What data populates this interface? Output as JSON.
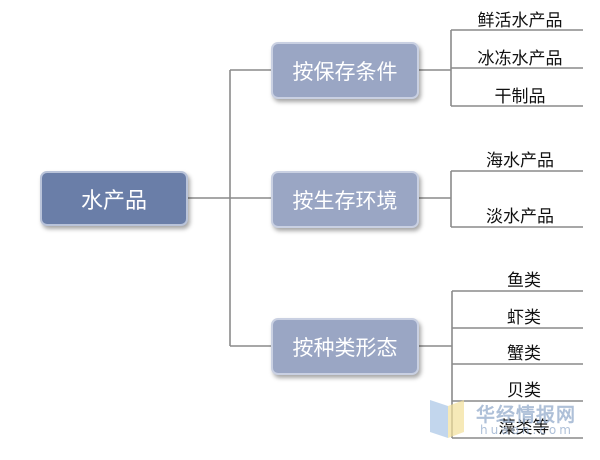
{
  "root": {
    "label": "水产品"
  },
  "branches": [
    {
      "label": "按保存条件",
      "leaves": [
        "鲜活水产品",
        "冰冻水产品",
        "干制品"
      ]
    },
    {
      "label": "按生存环境",
      "leaves": [
        "海水产品",
        "淡水产品"
      ]
    },
    {
      "label": "按种类形态",
      "leaves": [
        "鱼类",
        "虾类",
        "蟹类",
        "贝类",
        "藻类等"
      ]
    }
  ],
  "watermark": {
    "name": "华经情报网",
    "domain": "huaon.com"
  },
  "colors": {
    "root": "#6a7ea8",
    "branch": "#9aa6c4",
    "line": "#8a8a8a"
  }
}
